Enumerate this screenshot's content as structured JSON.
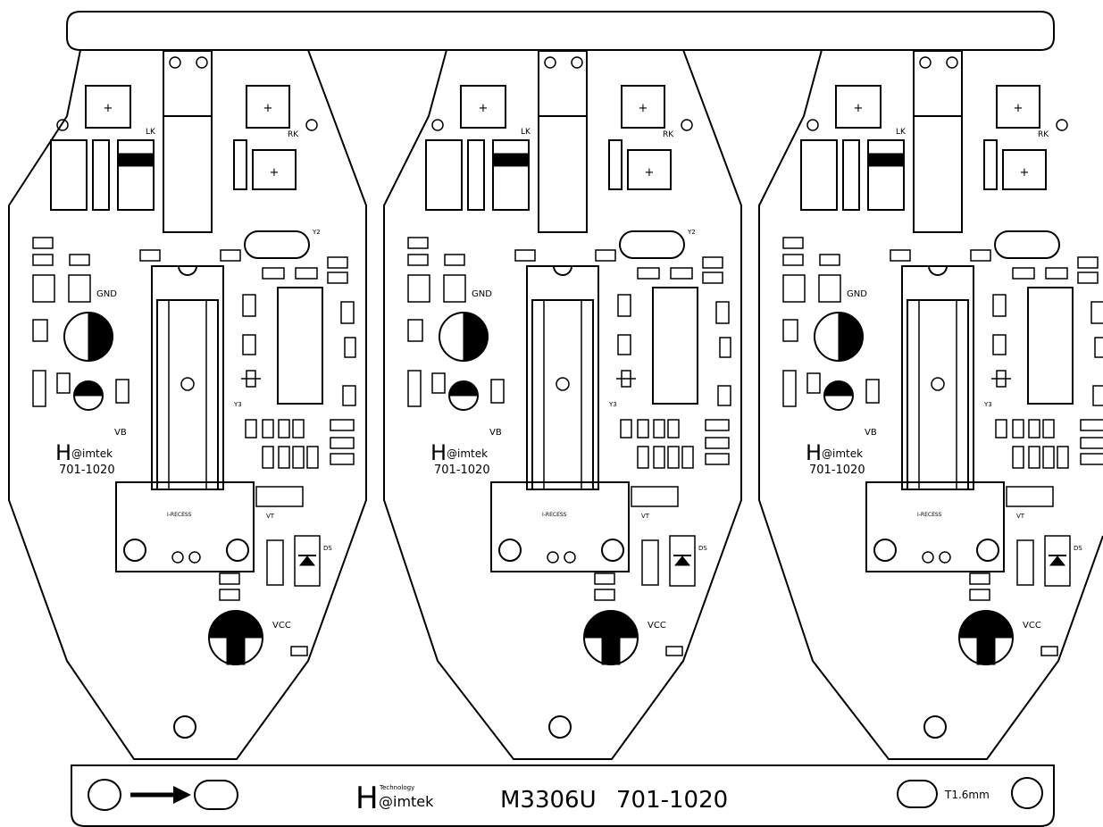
{
  "board": {
    "panel_count": 3,
    "strip_model": "M3306U",
    "strip_code": "701-1020",
    "strip_thickness": "T1.6mm",
    "logo_small": "Technology"
  },
  "panel": {
    "code": "701-1020",
    "labels": {
      "gnd": "GND",
      "vb": "VB",
      "vcc": "VCC",
      "lk": "LK",
      "rk": "RK",
      "ic": "I-RECESS",
      "ds": "DS",
      "y2": "Y2",
      "y3": "Y3",
      "vt": "VT"
    }
  }
}
